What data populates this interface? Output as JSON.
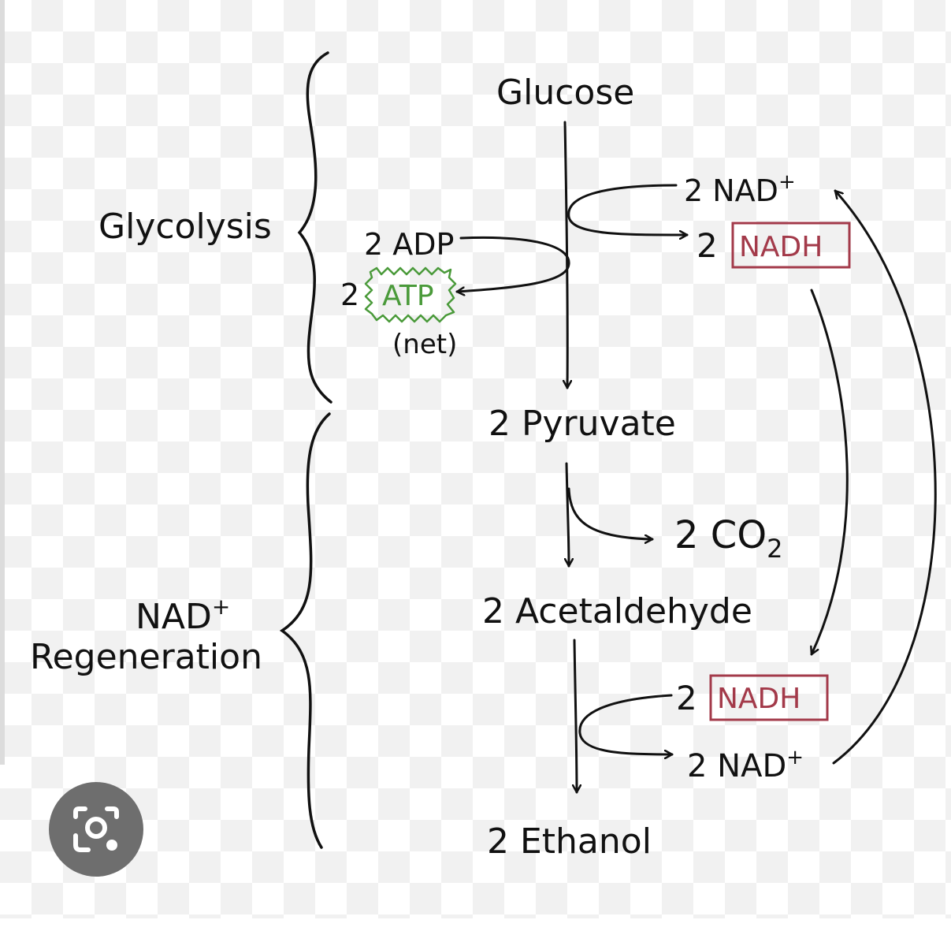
{
  "labels": {
    "glucose": "Glucose",
    "glycolysis": "Glycolysis",
    "nad_regeneration_line1": "NAD",
    "nad_regeneration_sup": "+",
    "nad_regeneration_line2": "Regeneration",
    "adp": "2 ADP",
    "atp_count": "2",
    "atp": "ATP",
    "net": "(net)",
    "nad_in": "2 NAD",
    "nad_in_sup": "+",
    "nadh_out_count": "2",
    "nadh_out": "NADH",
    "pyruvate": "2 Pyruvate",
    "co2": "2 CO",
    "co2_sub": "2",
    "acetaldehyde": "2 Acetaldehyde",
    "nadh_in_count": "2",
    "nadh_in": "NADH",
    "nad_out": "2 NAD",
    "nad_out_sup": "+",
    "ethanol": "2 Ethanol"
  },
  "colors": {
    "ink": "#111111",
    "atp_green": "#4a9a3a",
    "nadh_red": "#a33a4a",
    "lens_button": "#6e6e6e"
  },
  "icons": {
    "lens_button": "camera-search-icon"
  }
}
